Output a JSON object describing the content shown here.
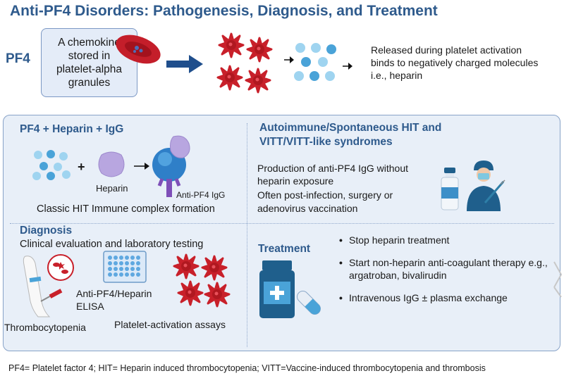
{
  "title": "Anti-PF4 Disorders: Pathogenesis, Diagnosis, and Treatment",
  "pf4": {
    "label": "PF4",
    "box_text": [
      "A chemokine",
      "stored in",
      "platelet-alpha",
      "granules"
    ],
    "released_text": "Released during platelet activation binds to negatively charged molecules i.e., heparin"
  },
  "complex": {
    "title": "PF4 + Heparin + IgG",
    "plus": "+",
    "heparin_label": "Heparin",
    "antibody_label": "Anti-PF4 IgG",
    "caption": "Classic HIT Immune complex formation"
  },
  "autoimmune": {
    "title_line1": "Autoimmune/Spontaneous HIT and",
    "title_line2": "VITT/VITT-like syndromes",
    "text_line1": "Production of anti-PF4 IgG without",
    "text_line2": "heparin exposure",
    "text_line3": "Often post-infection, surgery or",
    "text_line4": "adenovirus vaccination"
  },
  "diagnosis": {
    "title": "Diagnosis",
    "subtitle": "Clinical evaluation and laboratory testing",
    "elisa_line1": "Anti-PF4/Heparin",
    "elisa_line2": "ELISA",
    "thrombo": "Thrombocytopenia",
    "assays": "Platelet-activation assays"
  },
  "treatment": {
    "title": "Treatment",
    "bullet_symbol": "•",
    "items": [
      "Stop heparin treatment",
      "Start non-heparin anti-coagulant therapy e.g., argatroban, bivalirudin",
      "Intravenous IgG ± plasma exchange"
    ]
  },
  "footer": "PF4= Platelet factor 4; HIT= Heparin induced thrombocytopenia; VITT=Vaccine-induced thrombocytopenia and thrombosis",
  "colors": {
    "accent": "#2e5a8c",
    "panel_bg": "#e8eff8",
    "platelet_red": "#c8202a",
    "pf4_blue": "#4aa3d8"
  },
  "icons": [
    "red-blood-cell-icon",
    "arrow-right-icon",
    "activated-platelet-icon",
    "pf4-molecule-icon",
    "heparin-icon",
    "antibody-icon",
    "vaccine-vial-icon",
    "doctor-icon",
    "arm-blood-draw-icon",
    "elisa-plate-icon",
    "medicine-bottle-icon",
    "capsule-icon",
    "chevron-right-icon"
  ]
}
